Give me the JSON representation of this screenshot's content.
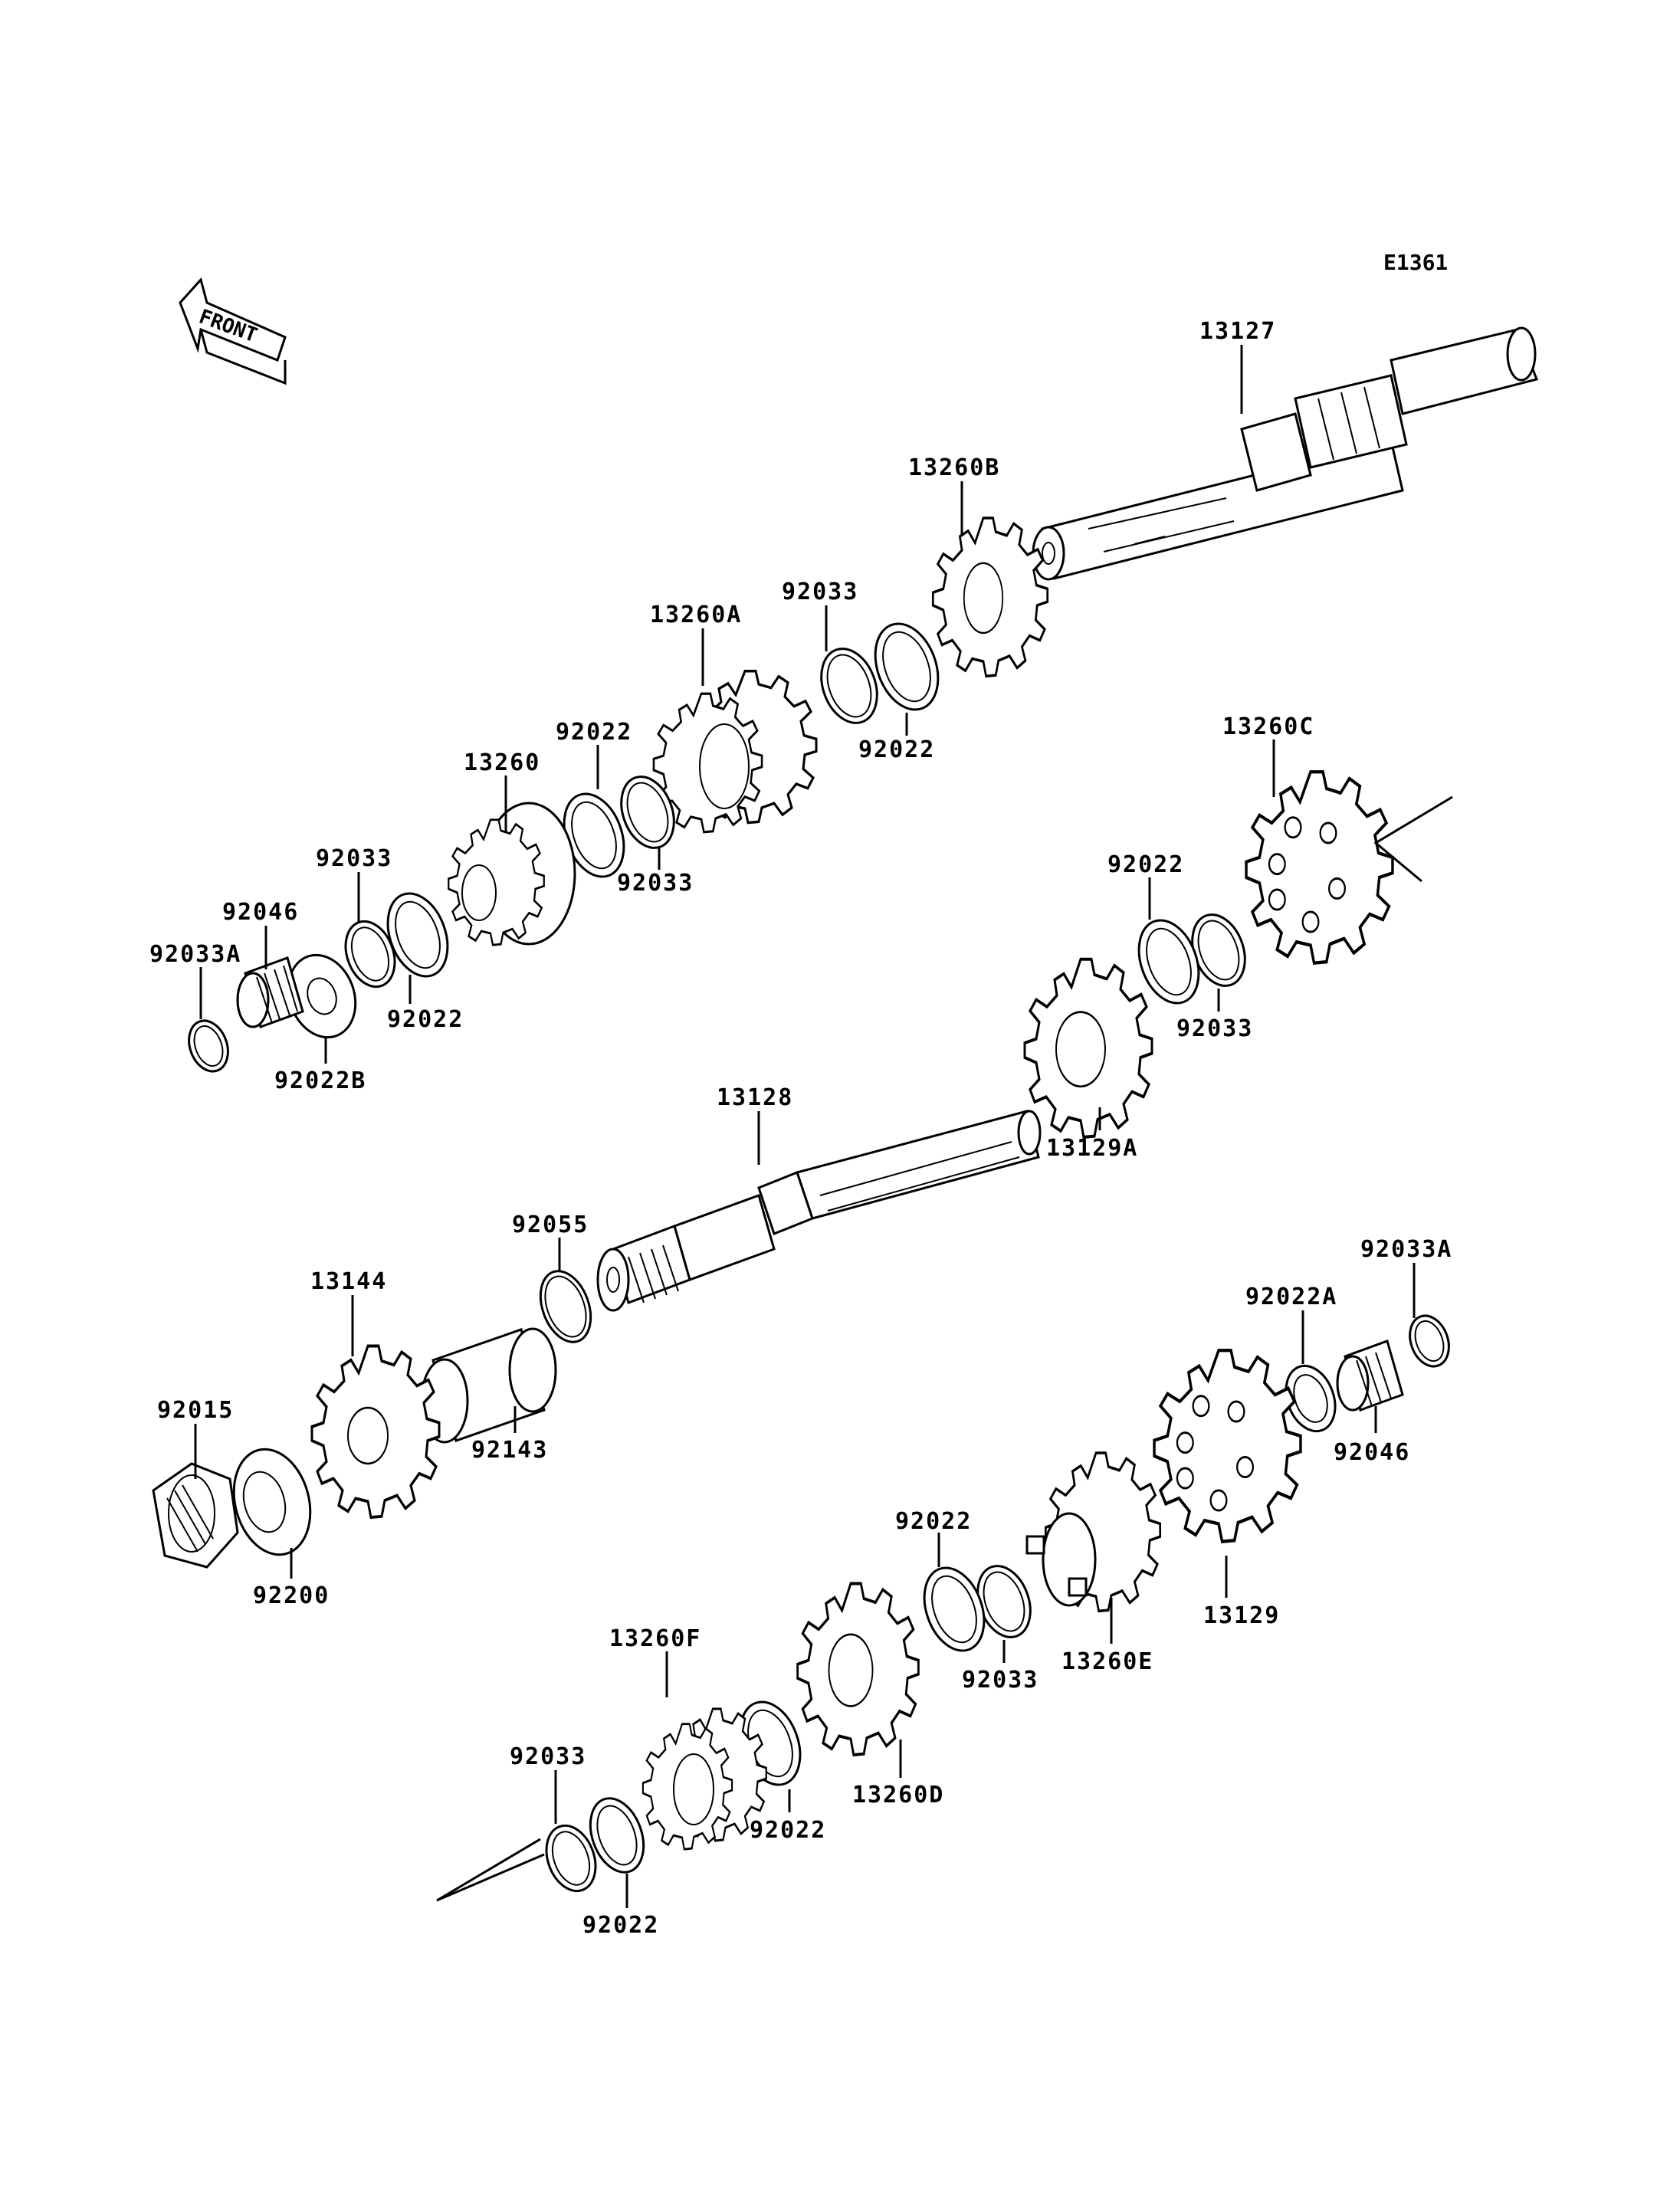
{
  "diagram_ref": "E1361",
  "front_label": "FRONT",
  "labels": {
    "p13127": "13127",
    "p13260B": "13260B",
    "p92033_top": "92033",
    "p13260A": "13260A",
    "p92022_top": "92022",
    "p13260": "13260",
    "p92022_mid": "92022",
    "p92033_mid": "92033",
    "p92033_left": "92033",
    "p92046_left": "92046",
    "p92033A_left": "92033A",
    "p92022_left": "92022",
    "p92022B": "92022B",
    "p13260C": "13260C",
    "p92022_right": "92022",
    "p92033_right": "92033",
    "p13129A": "13129A",
    "p13128": "13128",
    "p92055": "92055",
    "p13144": "13144",
    "p92143": "92143",
    "p92015": "92015",
    "p92200": "92200",
    "p92033A_right": "92033A",
    "p92022A": "92022A",
    "p92046_right": "92046",
    "p13129": "13129",
    "p92022_low": "92022",
    "p92033_low": "92033",
    "p13260E": "13260E",
    "p13260F": "13260F",
    "p92022_lowmid": "92022",
    "p13260D": "13260D",
    "p92033_bottom": "92033",
    "p92022_bottom": "92022"
  }
}
